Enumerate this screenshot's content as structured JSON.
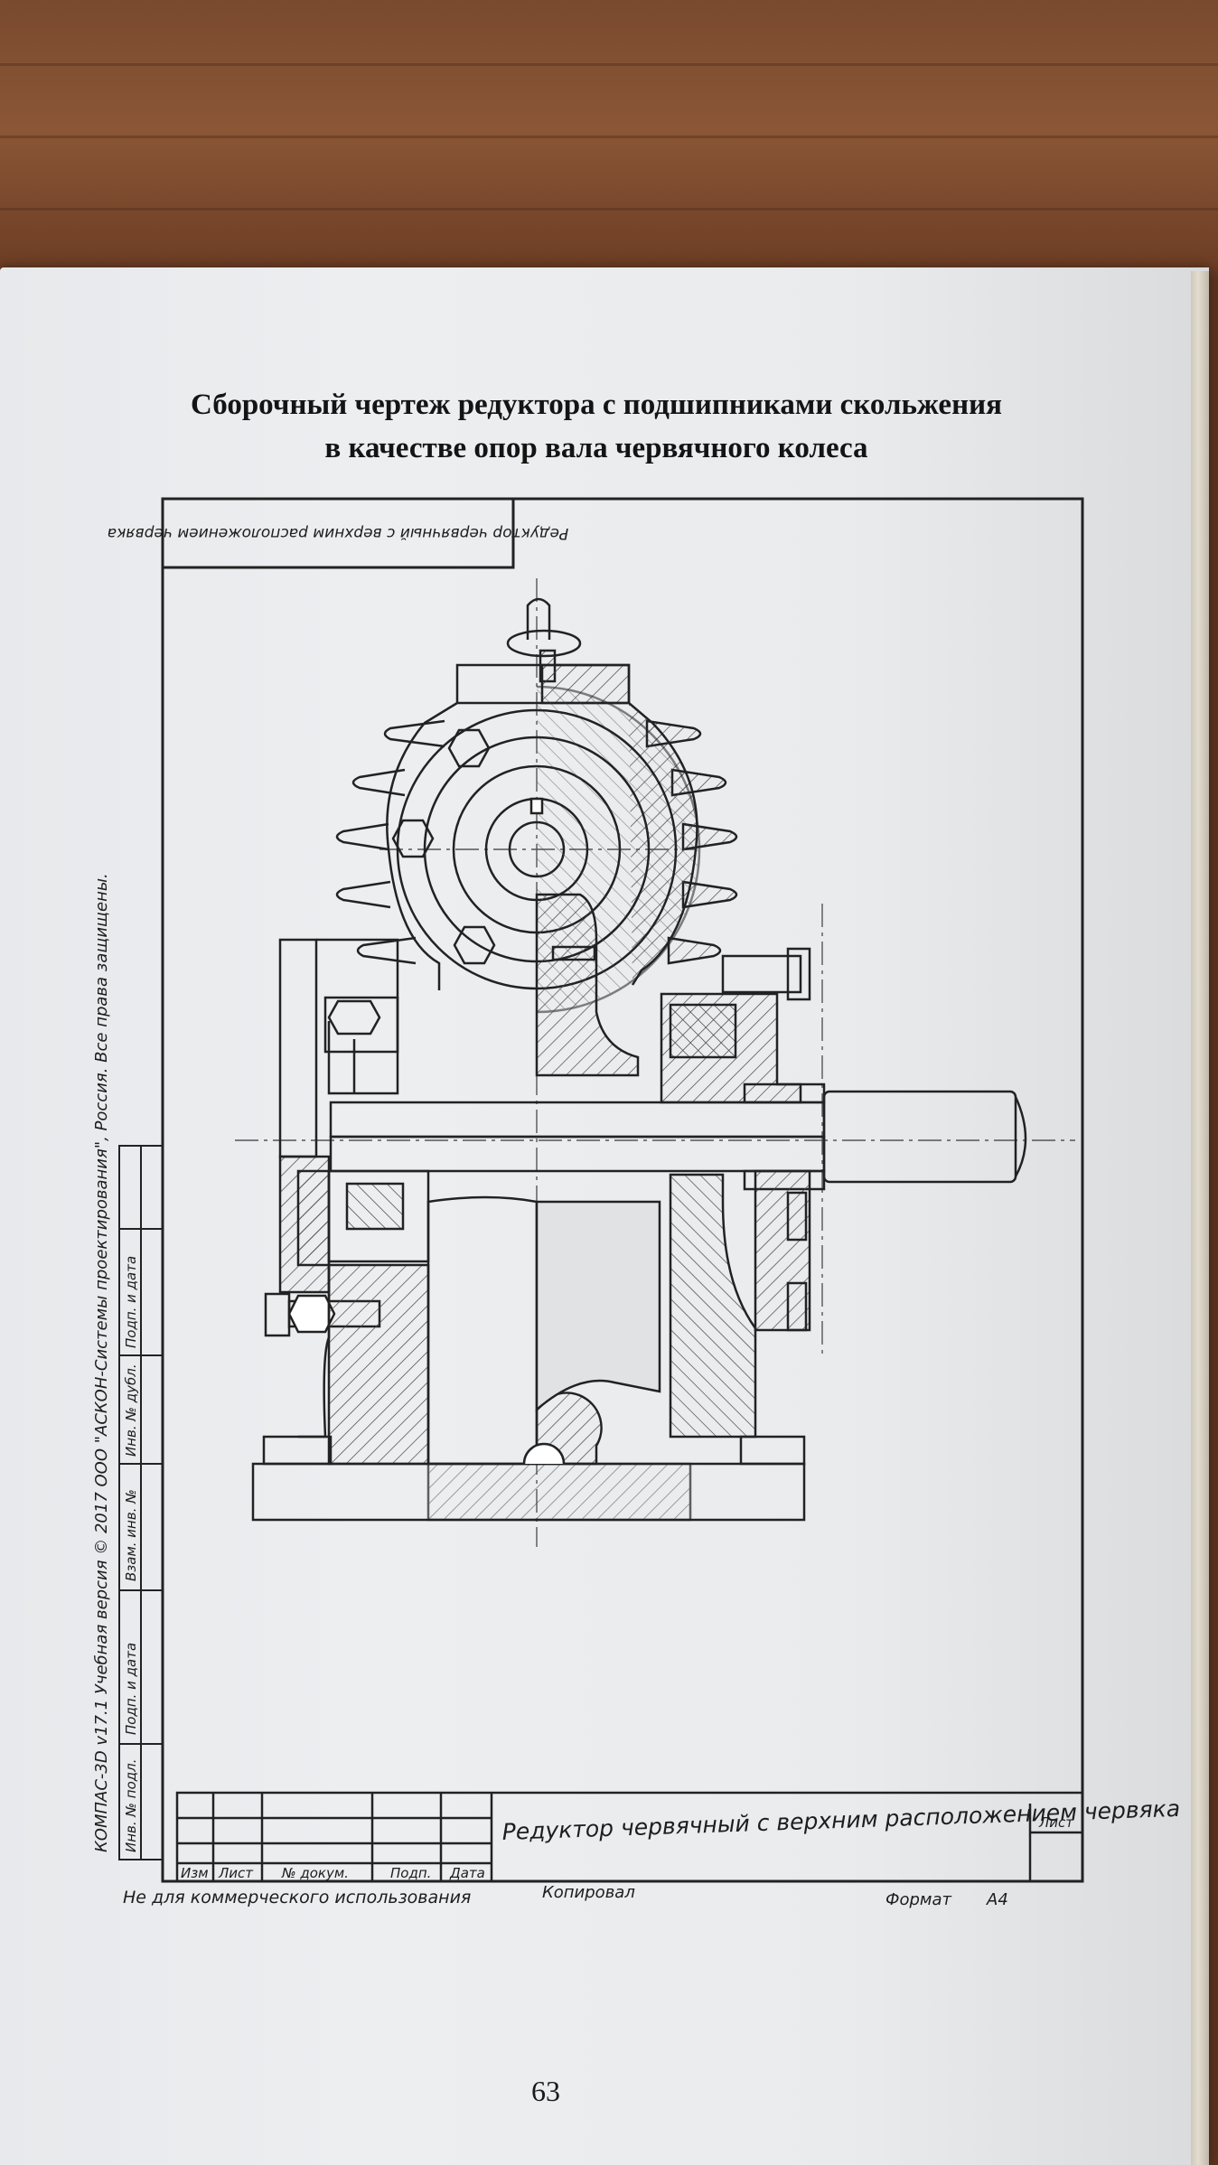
{
  "page": {
    "title_line1": "Сборочный чертеж редуктора с подшипниками скольжения",
    "title_line2": "в качестве опор вала червячного колеса",
    "page_number": "63"
  },
  "drawing": {
    "top_stamp": "Редуктор червячный с верхним расположением червяка",
    "side_copyright": "КОМПАС-3D v17.1 Учебная версия © 2017 ООО \"АСКОН-Системы проектирования\", Россия. Все права защищены.",
    "side_columns": [
      "Инв. № подл.",
      "Подп. и дата",
      "Взам. инв. №",
      "Инв. № дубл.",
      "Подп. и дата"
    ],
    "title_block": {
      "name": "Редуктор червячный с верхним расположением червяка",
      "sheet_label": "Лист",
      "columns": [
        "Изм",
        "Лист",
        "№ докум.",
        "Подп.",
        "Дата"
      ]
    },
    "footer": {
      "noncommercial": "Не для коммерческого использования",
      "copied": "Копировал",
      "format_label": "Формат",
      "format_value": "А4"
    }
  }
}
